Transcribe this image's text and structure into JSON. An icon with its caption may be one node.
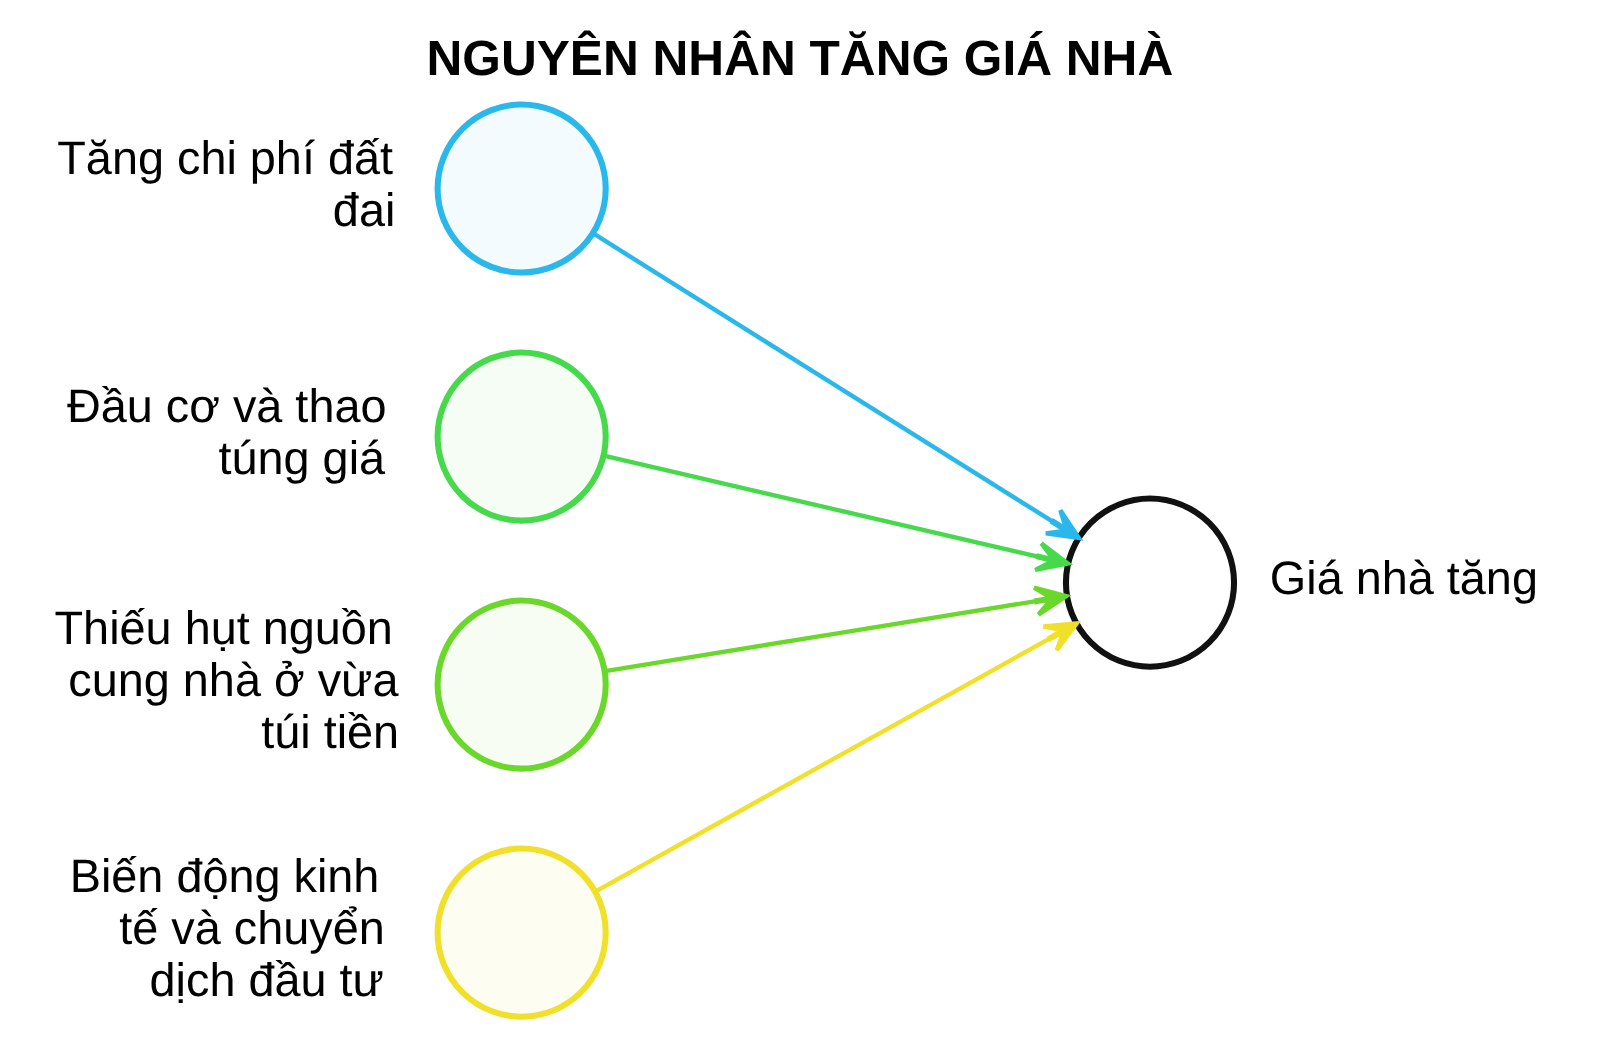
{
  "diagram": {
    "title": "NGUYÊN NHÂN TĂNG GIÁ NHÀ",
    "nodes": [
      {
        "text": [],
        "shape": "circle",
        "beside": [
          "Tăng chi phí đất đai"
        ]
      },
      {
        "text": [],
        "shape": "circle",
        "beside": [
          "Đầu cơ và thao túng giá"
        ]
      },
      {
        "text": [],
        "shape": "circle",
        "beside": [
          "Thiếu hụt nguồn cung nhà ở vừa túi tiền"
        ]
      },
      {
        "text": [],
        "shape": "circle",
        "beside": [
          "Biến động kinh tế và chuyển dịch đầu tư"
        ]
      },
      {
        "text": [],
        "shape": "circle",
        "beside": [
          "Giá nhà tăng"
        ]
      }
    ],
    "edges": [
      {
        "from": 0,
        "to": 4,
        "arrow": "to",
        "color": "#2ab7e9"
      },
      {
        "from": 1,
        "to": 4,
        "arrow": "to",
        "color": "#45d94b"
      },
      {
        "from": 2,
        "to": 4,
        "arrow": "to",
        "color": "#6ad82b"
      },
      {
        "from": 3,
        "to": 4,
        "arrow": "to",
        "color": "#f0e02a"
      }
    ]
  }
}
